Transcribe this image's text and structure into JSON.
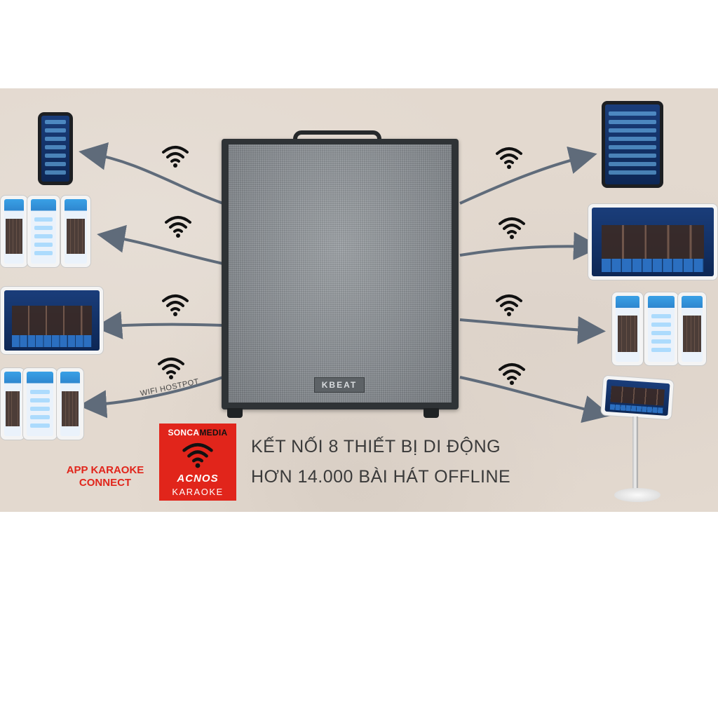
{
  "colors": {
    "brand_red": "#e1251b",
    "arrow": "#5f6b7a",
    "speaker": "#2f3336"
  },
  "speaker": {
    "brand": "KBEAT"
  },
  "connection_label": "WIFI HOSTPOT",
  "logo": {
    "line1_a": "SONCA",
    "line1_b": "MEDIA",
    "line2": "ACNOS",
    "line3": "KARAOKE"
  },
  "app_label": {
    "line1": "APP KARAOKE",
    "line2": "CONNECT"
  },
  "headline": {
    "line1": "KẾT NỐI 8 THIẾT BỊ DI ĐỘNG",
    "line2": "HƠN 14.000 BÀI HÁT OFFLINE"
  },
  "icons": [
    "wifi-icon",
    "arrow-icon",
    "phone-icon",
    "tablet-icon"
  ]
}
